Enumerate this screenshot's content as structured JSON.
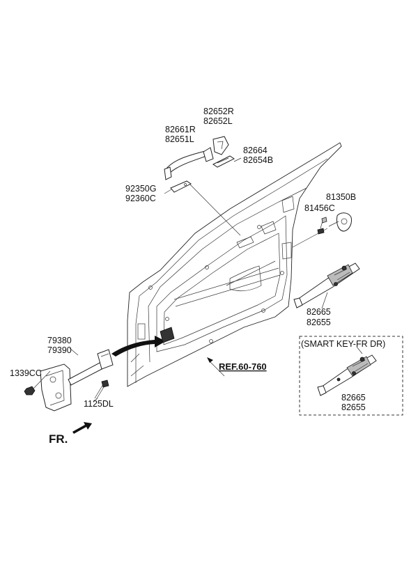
{
  "labels": {
    "p82652R": "82652R",
    "p82652L": "82652L",
    "p82661R": "82661R",
    "p82651L": "82651L",
    "p82664": "82664",
    "p82654B": "82654B",
    "p92350G": "92350G",
    "p92360C": "92360C",
    "p81350B": "81350B",
    "p81456C": "81456C",
    "p82665": "82665",
    "p82655": "82655",
    "p79380": "79380",
    "p79390": "79390",
    "p1339CC": "1339CC",
    "p1125DL": "1125DL",
    "ref": "REF.60-760",
    "smartkey": "(SMART KEY-FR DR)",
    "sk82665": "82665",
    "sk82655": "82655",
    "fr": "FR."
  }
}
